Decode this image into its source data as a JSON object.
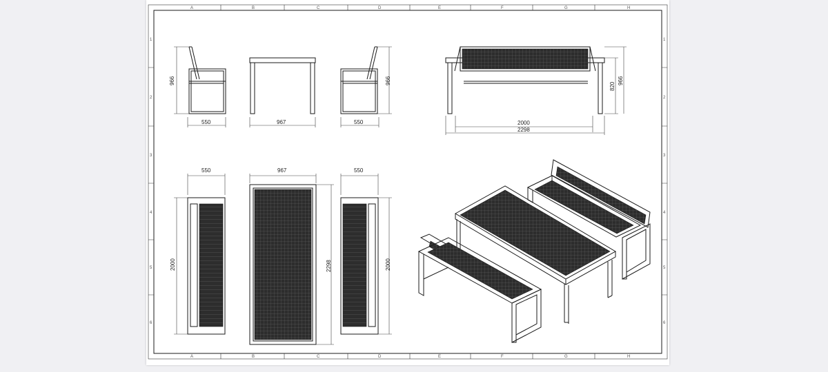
{
  "sheet": {
    "zones_columns": [
      "A",
      "B",
      "C",
      "D",
      "E",
      "F",
      "G",
      "H"
    ],
    "zones_rows": [
      "1",
      "2",
      "3",
      "4",
      "5",
      "6"
    ]
  },
  "front_views": {
    "left_bench_width": "550",
    "left_bench_height": "966",
    "table_width": "967",
    "right_bench_width": "550",
    "right_bench_height": "966"
  },
  "side_view": {
    "bench_length": "2000",
    "table_length": "2298",
    "table_height": "820",
    "bench_height": "966"
  },
  "top_views": {
    "left_bench_width": "550",
    "left_bench_length": "2000",
    "table_width": "967",
    "table_length": "2298",
    "right_bench_width": "550",
    "right_bench_length": "2000"
  },
  "colors": {
    "sheet": "#ffffff",
    "background": "#f0f0f3",
    "line": "#1a1a1a",
    "slats": "#2a2a2a"
  }
}
